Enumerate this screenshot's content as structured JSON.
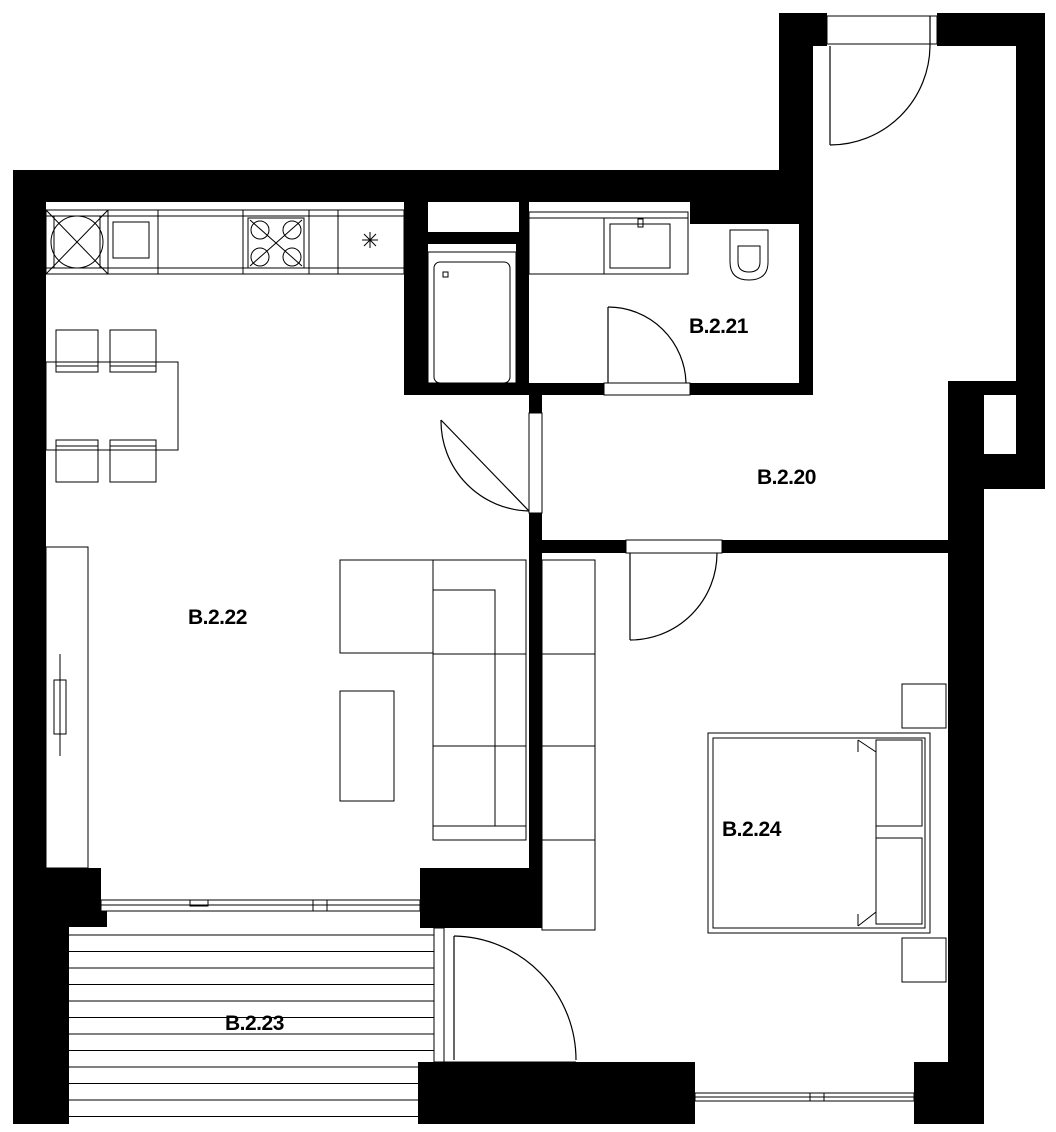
{
  "rooms": [
    {
      "id": "hall",
      "label": "B.2.20"
    },
    {
      "id": "bathroom",
      "label": "B.2.21"
    },
    {
      "id": "living",
      "label": "B.2.22"
    },
    {
      "id": "balcony",
      "label": "B.2.23"
    },
    {
      "id": "bedroom",
      "label": "B.2.24"
    }
  ],
  "colors": {
    "wall": "#000000",
    "background": "#ffffff"
  }
}
